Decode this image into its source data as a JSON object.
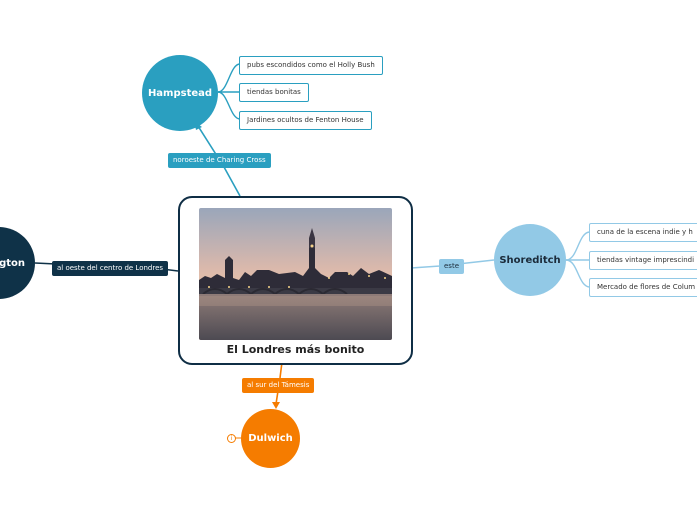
{
  "central": {
    "title": "El Londres más bonito",
    "image": "london-westminster-photo"
  },
  "hampstead": {
    "title": "Hampstead",
    "relation": "noroeste de Charing Cross",
    "items": [
      "pubs escondidos como el Holly Bush",
      "tiendas bonitas",
      "Jardines ocultos de Fenton House"
    ]
  },
  "kensington": {
    "title": "ngton",
    "relation": "al oeste del centro de Londres"
  },
  "shoreditch": {
    "title": "Shoreditch",
    "relation": "este",
    "items": [
      "cuna de la escena indie y h",
      "tiendas vintage imprescindi",
      "Mercado de flores de Colum"
    ]
  },
  "dulwich": {
    "title": "Dulwich",
    "relation": "al sur del Támesis",
    "info_icon": "info-icon"
  },
  "colors": {
    "hampstead": "#2a9fc0",
    "kensington": "#0f3248",
    "shoreditch": "#92c9e6",
    "dulwich": "#f57c00",
    "central_border": "#0f2e45"
  }
}
